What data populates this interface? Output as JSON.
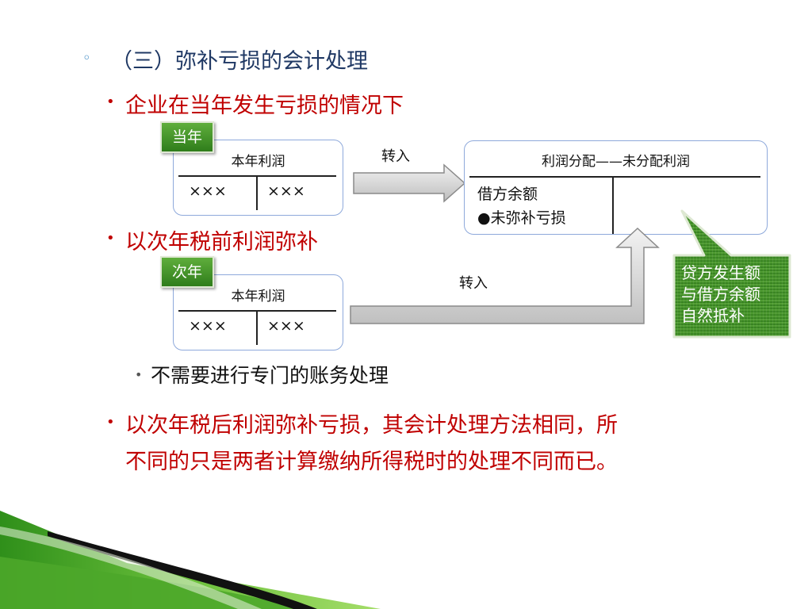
{
  "heading": "（三）弥补亏损的会计处理",
  "point1": "企业在当年发生亏损的情况下",
  "point2": "以次年税前利润弥补",
  "subpoint": "不需要进行专门的账务处理",
  "point3_line1": "以次年税后利润弥补亏损，其会计处理方法相同，所",
  "point3_line2": "不同的只是两者计算缴纳所得税时的处理不同而已。",
  "diagram": {
    "tag_current": "当年",
    "tag_next": "次年",
    "account_this_year": "本年利润",
    "cell_x": "×××",
    "transfer": "转入",
    "account_target": "利润分配——未分配利润",
    "debit_balance": "借方余额",
    "unmade_loss": "●未弥补亏损",
    "callout_line1": "贷方发生额",
    "callout_line2": "与借方余额",
    "callout_line3": "自然抵补"
  },
  "colors": {
    "heading": "#1f3864",
    "emphasis": "#c00000",
    "tag_green": "#3f8f26",
    "account_border": "#8ea9db"
  }
}
